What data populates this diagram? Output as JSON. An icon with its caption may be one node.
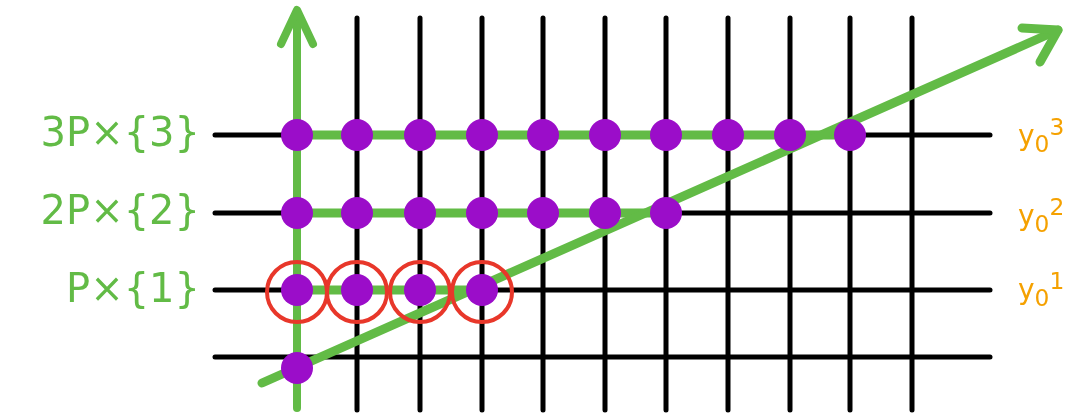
{
  "diagram": {
    "labels": [
      "3P×{3}",
      "2P×{2}",
      "P×{1}",
      "y$_{0}$$^{3}$",
      "y$_{0}$$^{2}$",
      "y$_{0}$$^{1}$"
    ]
  }
}
